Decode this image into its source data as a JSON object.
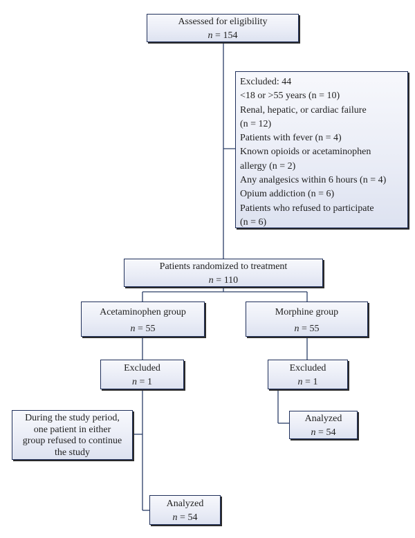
{
  "assessed": {
    "label": "Assessed for eligibility",
    "n_symbol": "n",
    "n_value": "= 154"
  },
  "excluded_main": {
    "title": "Excluded: 44",
    "lines": [
      "<18 or >55 years (n = 10)",
      "Renal, hepatic, or cardiac failure",
      "(n = 12)",
      "Patients with fever (n = 4)",
      "Known opioids or acetaminophen",
      "allergy (n = 2)",
      "Any analgesics within 6 hours (n = 4)",
      "Opium addiction (n = 6)",
      "Patients who refused to participate",
      "(n = 6)"
    ]
  },
  "randomized": {
    "label": "Patients randomized to treatment",
    "n_symbol": "n",
    "n_value": "= 110"
  },
  "acetaminophen": {
    "label": "Acetaminophen group",
    "n_symbol": "n",
    "n_value": "= 55"
  },
  "morphine": {
    "label": "Morphine group",
    "n_symbol": "n",
    "n_value": "= 55"
  },
  "excluded_left": {
    "label": "Excluded",
    "n_symbol": "n",
    "n_value": "= 1"
  },
  "excluded_right": {
    "label": "Excluded",
    "n_symbol": "n",
    "n_value": "= 1"
  },
  "note": {
    "lines": [
      "During the study period,",
      "one patient in either",
      "group refused to continue",
      "the study"
    ]
  },
  "analyzed_left": {
    "label": "Analyzed",
    "n_symbol": "n",
    "n_value": "= 54"
  },
  "analyzed_right": {
    "label": "Analyzed",
    "n_symbol": "n",
    "n_value": "= 54"
  }
}
